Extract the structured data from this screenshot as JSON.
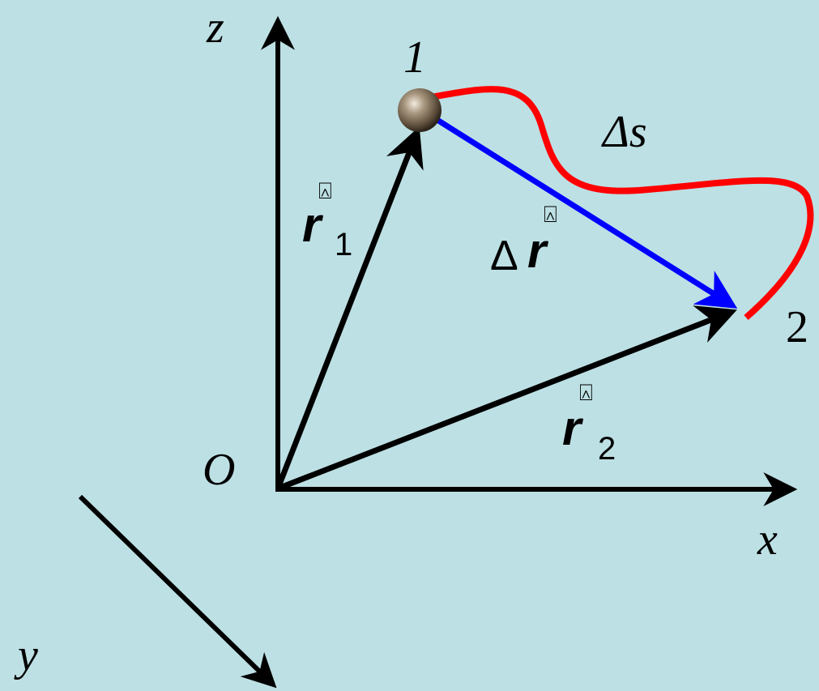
{
  "colors": {
    "background": "#bde0e4",
    "axis": "#000000",
    "path": "#ff0000",
    "displacement": "#0000ff",
    "particle": "#6b5a45"
  },
  "labels": {
    "z_axis": "z",
    "x_axis": "x",
    "y_axis": "y",
    "origin": "O",
    "point_1": "1",
    "point_2": "2",
    "path_length": "Δs",
    "r1": {
      "symbol": "r",
      "subscript": "1",
      "accent": "⍓"
    },
    "r2": {
      "symbol": "r",
      "subscript": "2",
      "accent": "⍓"
    },
    "delta_r": {
      "delta": "Δ",
      "symbol": "r",
      "accent": "⍓"
    }
  }
}
